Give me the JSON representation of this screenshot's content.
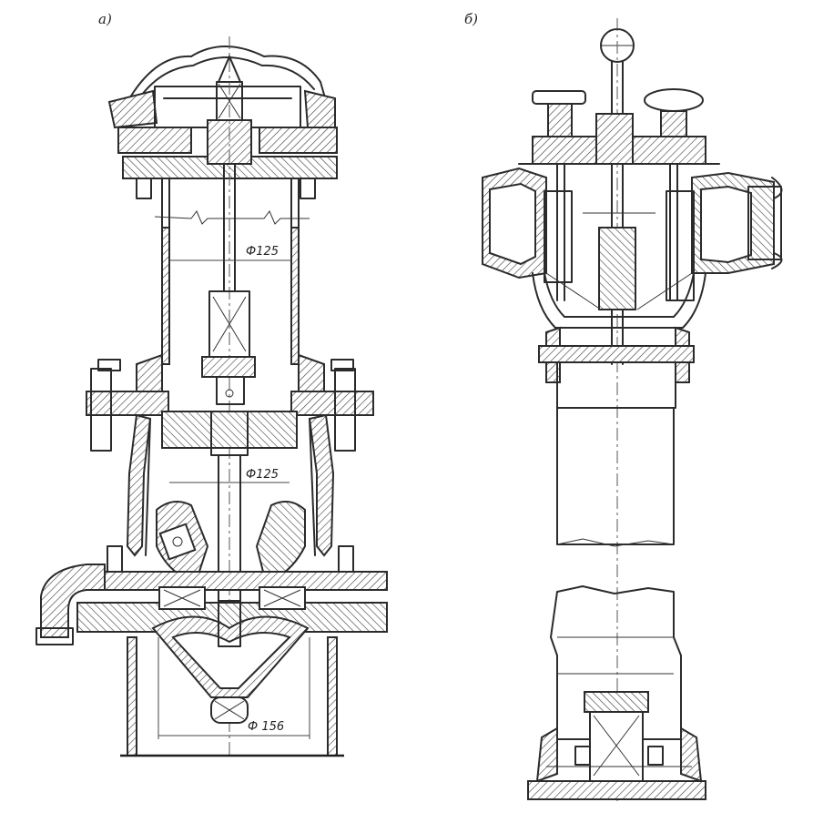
{
  "view_labels": {
    "left": "а)",
    "right": "б)"
  },
  "dimensions": {
    "d_upper": "Ф125",
    "d_middle": "Ф125",
    "d_bottom": "Ф 156"
  }
}
